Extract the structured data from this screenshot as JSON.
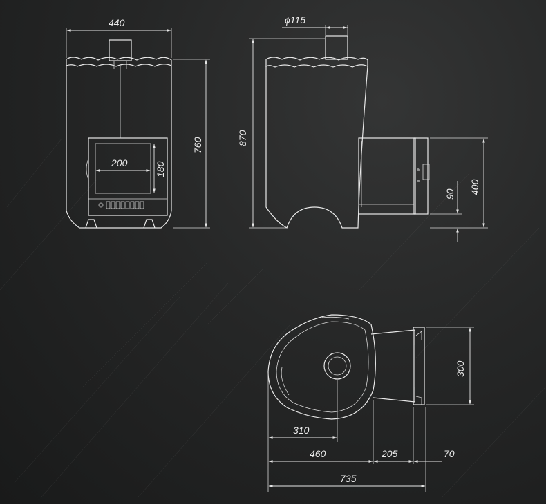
{
  "front_view": {
    "width_label": "440",
    "height_label": "760",
    "door_width_label": "200",
    "door_height_label": "180"
  },
  "side_view": {
    "pipe_diameter_label": "ϕ115",
    "total_height_label": "870",
    "firebox_height_label": "400",
    "firebox_offset_label": "90"
  },
  "top_view": {
    "depth_label": "300",
    "pipe_offset_label": "310",
    "body_length_label": "460",
    "tunnel_length_label": "205",
    "tunnel_extra_label": "70",
    "overall_length_label": "735"
  }
}
